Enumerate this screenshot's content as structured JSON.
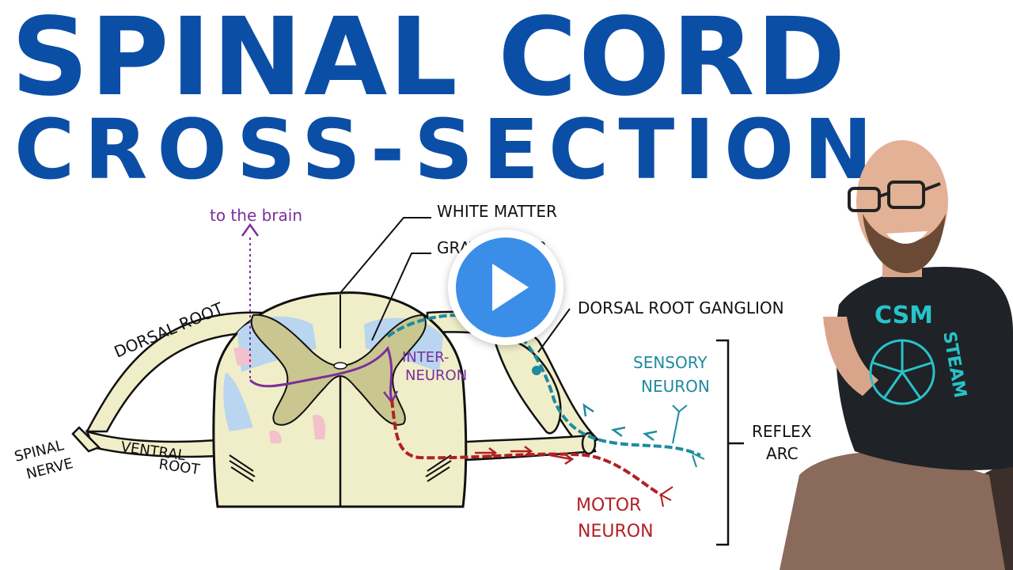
{
  "title": {
    "line1": "SPINAL CORD",
    "line2": "CROSS-SECTION"
  },
  "labels": {
    "to_the_brain": "to the brain",
    "white_matter": "WHITE MATTER",
    "gray_matter": "GRAY MATTER",
    "dorsal_root": "DORSAL ROOT",
    "dorsal_root_ganglion": "DORSAL ROOT GANGLION",
    "interneuron_1": "INTER-",
    "interneuron_2": "NEURON",
    "sensory_neuron_1": "SENSORY",
    "sensory_neuron_2": "NEURON",
    "reflex_arc_1": "REFLEX",
    "reflex_arc_2": "ARC",
    "spinal_nerve_1": "SPINAL",
    "spinal_nerve_2": "NERVE",
    "ventral_root_1": "VENTRAL",
    "ventral_root_2": "ROOT",
    "motor_neuron_1": "MOTOR",
    "motor_neuron_2": "NEURON"
  },
  "shirt": {
    "logo_text": "CSM",
    "side_text": "STEAM"
  },
  "colors": {
    "title_blue": "#0b4ea6",
    "cord_fill": "#f0eec8",
    "gray_matter": "#c9c690",
    "tract_blue": "#b9d5ef",
    "tract_pink": "#f3c1cc",
    "interneuron": "#7b2f9a",
    "sensory": "#1f8aa0",
    "motor": "#b12024",
    "play_blue": "#3b8ee8"
  },
  "icons": {
    "play": "play-icon"
  }
}
